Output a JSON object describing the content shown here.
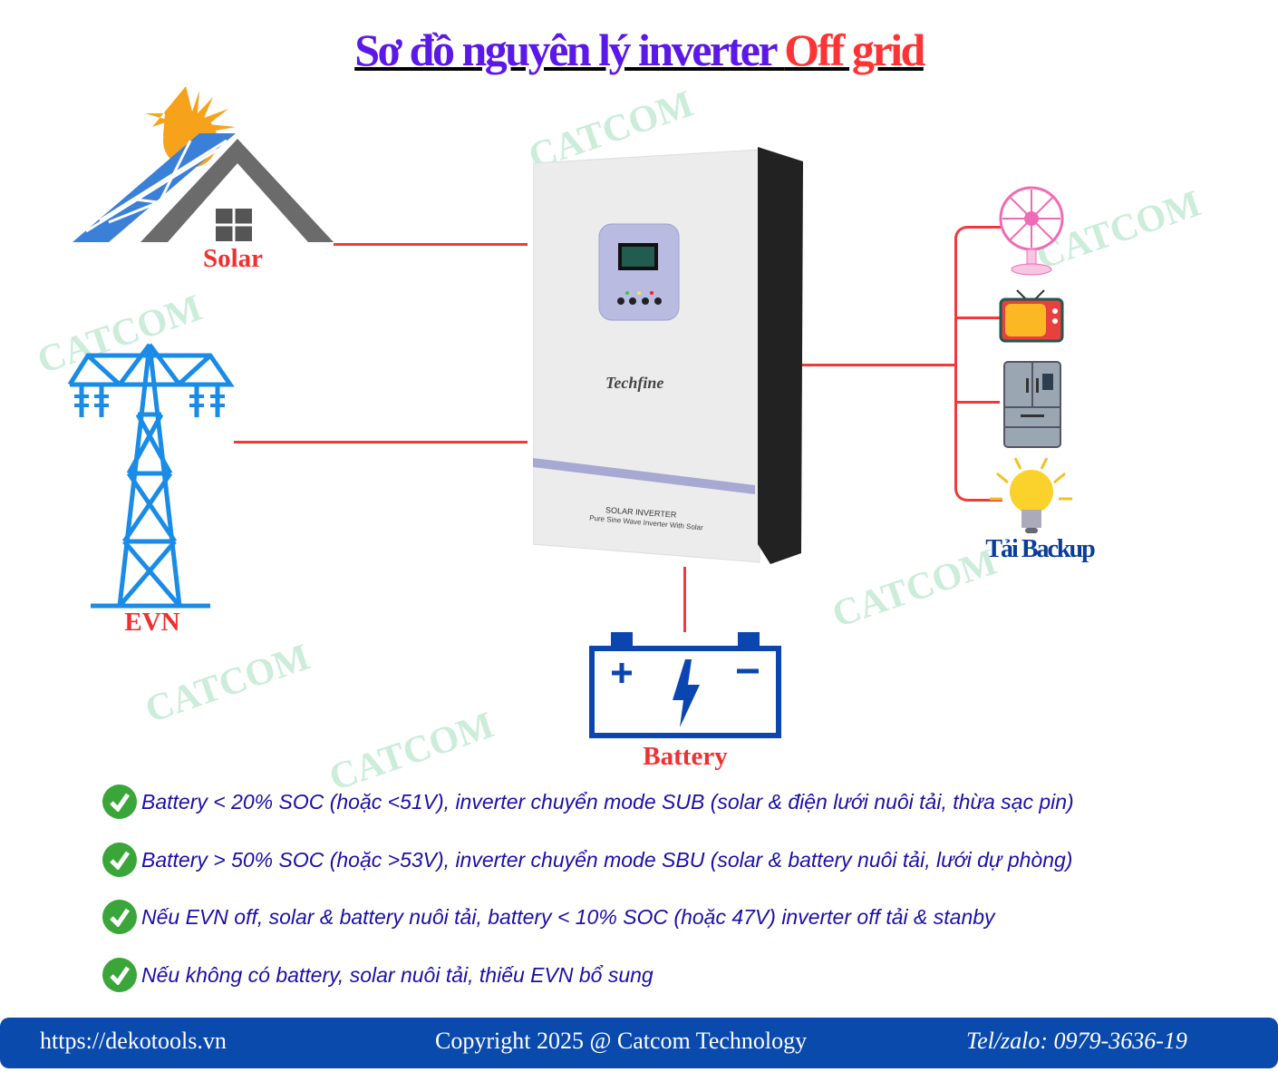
{
  "title": {
    "part1": "Sơ đồ nguyên lý inverter ",
    "part2": "Off grid"
  },
  "labels": {
    "solar": "Solar",
    "evn": "EVN",
    "loads": "Tải Backup",
    "battery": "Battery"
  },
  "inverter": {
    "brand": "Techfine",
    "model": "SOLAR INVERTER",
    "subtitle": "Pure Sine Wave Inverter With Solar"
  },
  "watermark": "CATCOM",
  "bullets": [
    "Battery < 20% SOC (hoặc <51V), inverter chuyển mode SUB (solar & điện lưới nuôi tải, thừa sạc pin)",
    "Battery > 50% SOC (hoặc >53V), inverter chuyển mode SBU (solar & battery nuôi tải, lưới dự phòng)",
    "Nếu EVN off, solar & battery nuôi tải, battery < 10% SOC (hoặc 47V) inverter off tải & stanby",
    "Nếu không có battery, solar nuôi tải, thiếu EVN bổ sung"
  ],
  "footer": {
    "website": "https://dekotools.vn",
    "copyright": "Copyright 2025 @ Catcom Technology",
    "contact": "Tel/zalo: 0979-3636-19"
  },
  "colors": {
    "title": "#5b18e8",
    "accent": "#ff3333",
    "footer": "#0a4aad",
    "text": "#1b0fa8"
  }
}
